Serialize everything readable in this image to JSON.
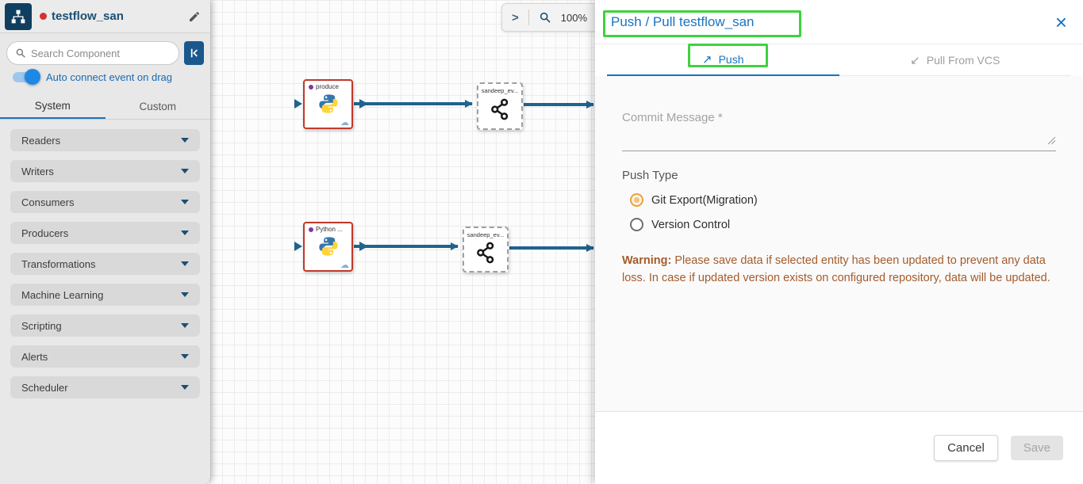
{
  "sidebar": {
    "flow_name": "testflow_san",
    "search_placeholder": "Search Component",
    "auto_connect_label": "Auto connect event on drag",
    "tabs": {
      "system": "System",
      "custom": "Custom"
    },
    "categories": [
      "Readers",
      "Writers",
      "Consumers",
      "Producers",
      "Transformations",
      "Machine Learning",
      "Scripting",
      "Alerts",
      "Scheduler"
    ]
  },
  "canvas": {
    "zoom_level": "100%",
    "icons": {
      "expand": ">"
    },
    "nodes": {
      "produce": "produce",
      "kafka1": "sandeep_ev...",
      "python2": "Python ...",
      "kafka2": "sandeep_ev..."
    }
  },
  "panel": {
    "title": "Push / Pull testflow_san",
    "icons": {
      "push_arrow": "↗",
      "pull_arrow": "↙",
      "close": "×"
    },
    "tabs": {
      "push": "Push",
      "pull": "Pull From VCS"
    },
    "form": {
      "commit_label": "Commit Message *",
      "push_type_label": "Push Type",
      "radio_git_export": "Git Export(Migration)",
      "radio_version_control": "Version Control",
      "warning_title": "Warning:",
      "warning_body": " Please save data if selected entity has been updated to prevent any data loss. In case if updated version exists on configured repository, data will be updated."
    },
    "footer": {
      "cancel": "Cancel",
      "save": "Save"
    }
  },
  "colors": {
    "accent_blue": "#1a73c0",
    "node_border_red": "#c0392b",
    "connector_blue": "#20638f",
    "warning_brown": "#a55b2b",
    "radio_selected_orange": "#e8a33d",
    "annotation_green": "#3ed33e",
    "toggle_blue": "#1e88e5"
  }
}
